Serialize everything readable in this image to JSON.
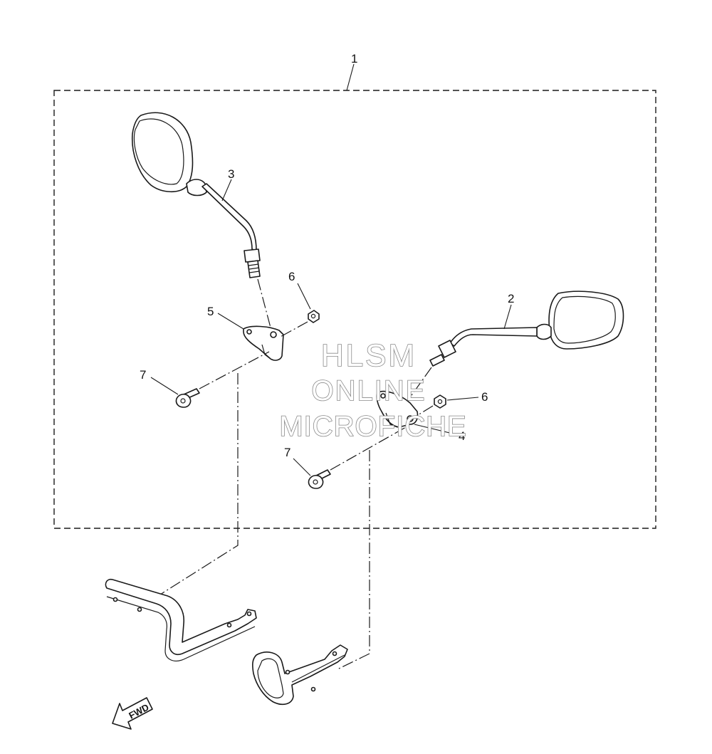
{
  "diagram": {
    "callouts": {
      "c1": "1",
      "c2": "2",
      "c3": "3",
      "c4": "4",
      "c5": "5",
      "c6a": "6",
      "c6b": "6",
      "c7a": "7",
      "c7b": "7"
    },
    "direction_label": "FWD",
    "watermark": {
      "line1": "HLSM",
      "line2": "ONLINE",
      "line3": "MICROFICHE"
    }
  }
}
